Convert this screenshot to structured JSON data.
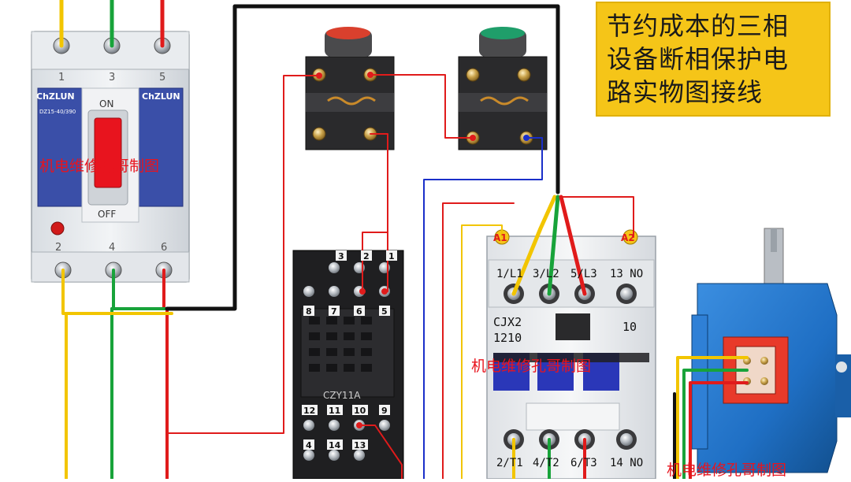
{
  "title": {
    "lines": [
      "节约成本的三相",
      "设备断相保护电",
      "路实物图接线"
    ]
  },
  "watermark": "机电维修孔哥制图",
  "breaker": {
    "brand_left": "ChZLUN",
    "brand_right": "ChZLUN",
    "on_label": "ON",
    "off_label": "OFF",
    "model": "DZ15-40/390",
    "top_terminals": [
      "1",
      "3",
      "5"
    ],
    "bottom_terminals": [
      "2",
      "4",
      "6"
    ]
  },
  "relay": {
    "model": "CZY11A",
    "top_row": [
      "3",
      "2",
      "1"
    ],
    "upper_row": [
      "8",
      "7",
      "6",
      "5"
    ],
    "lower_row": [
      "12",
      "11",
      "10",
      "9"
    ],
    "bottom_row": [
      "4",
      "14",
      "13"
    ]
  },
  "contactor": {
    "model_line1": "CJX2",
    "model_line2": "1210",
    "rating": "10",
    "coil_a1": "A1",
    "coil_a2": "A2",
    "top_terminals": [
      "1/L1",
      "3/L2",
      "5/L3",
      "13 NO"
    ],
    "bottom_terminals": [
      "2/T1",
      "4/T2",
      "6/T3",
      "14 NO"
    ]
  },
  "wire_colors": {
    "phase_a": "#f2c500",
    "phase_b": "#18a33a",
    "phase_c": "#e01b1b",
    "control_black": "#111111",
    "control_blue": "#1a2fc9",
    "control_red": "#e01b1b"
  }
}
